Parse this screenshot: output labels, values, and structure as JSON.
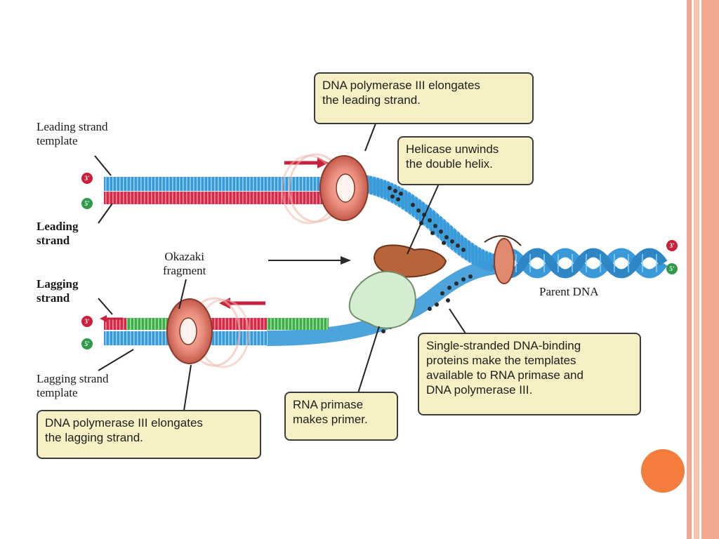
{
  "slide": {
    "border_colors": [
      "#f3a98f",
      "#f7c3ae",
      "#f3a98f"
    ],
    "accent_dot_color": "#f47c3c"
  },
  "diagram": {
    "colors": {
      "template_strand": "#3a9ad9",
      "new_strand": "#d62a4a",
      "okazaki_fragment": "#3fae49",
      "polymerase": "#e9897a",
      "helicase": "#b8643a",
      "primase": "#d4ecd0",
      "ssb_protein": "#2b2b2b",
      "callout_fill": "#f6f0c4"
    },
    "labels": {
      "leading_strand_template": "Leading strand\ntemplate",
      "leading_strand": "Leading\nstrand",
      "okazaki_fragment": "Okazaki\nfragment",
      "lagging_strand": "Lagging\nstrand",
      "lagging_strand_template": "Lagging strand\ntemplate",
      "parent_dna": "Parent DNA"
    },
    "end_markers": {
      "leading_top": "3'",
      "leading_bottom": "5'",
      "lagging_top": "3'",
      "lagging_bottom": "5'",
      "parent_top": "3'",
      "parent_bottom": "5'"
    },
    "callouts": {
      "polymerase_leading": "DNA polymerase III elongates\nthe leading strand.",
      "helicase": "Helicase unwinds\nthe double helix.",
      "ssb": "Single-stranded DNA-binding\nproteins make the templates\navailable to RNA primase and\nDNA polymerase III.",
      "primase": "RNA primase\nmakes primer.",
      "polymerase_lagging": "DNA polymerase III elongates\nthe lagging strand."
    }
  }
}
